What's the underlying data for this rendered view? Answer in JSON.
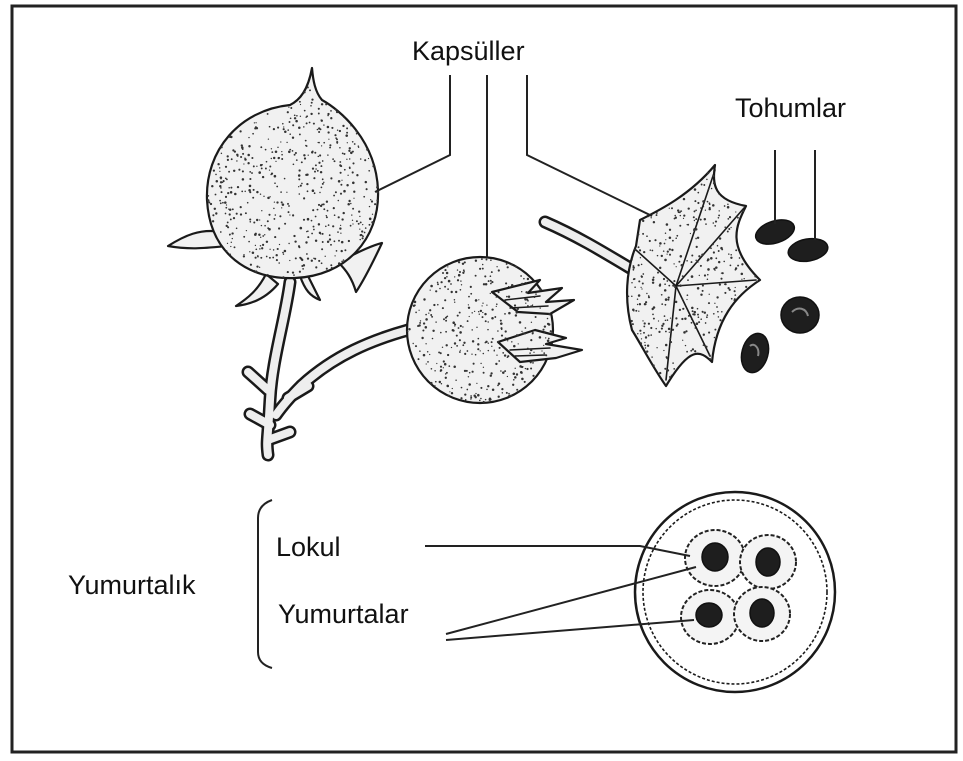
{
  "labels": {
    "capsules": "Kapsüller",
    "seeds": "Tohumlar",
    "locule": "Lokul",
    "ovary": "Yumurtalık",
    "ovules": "Yumurtalar"
  },
  "colors": {
    "ink": "#1a1a1a",
    "background": "#ffffff"
  }
}
